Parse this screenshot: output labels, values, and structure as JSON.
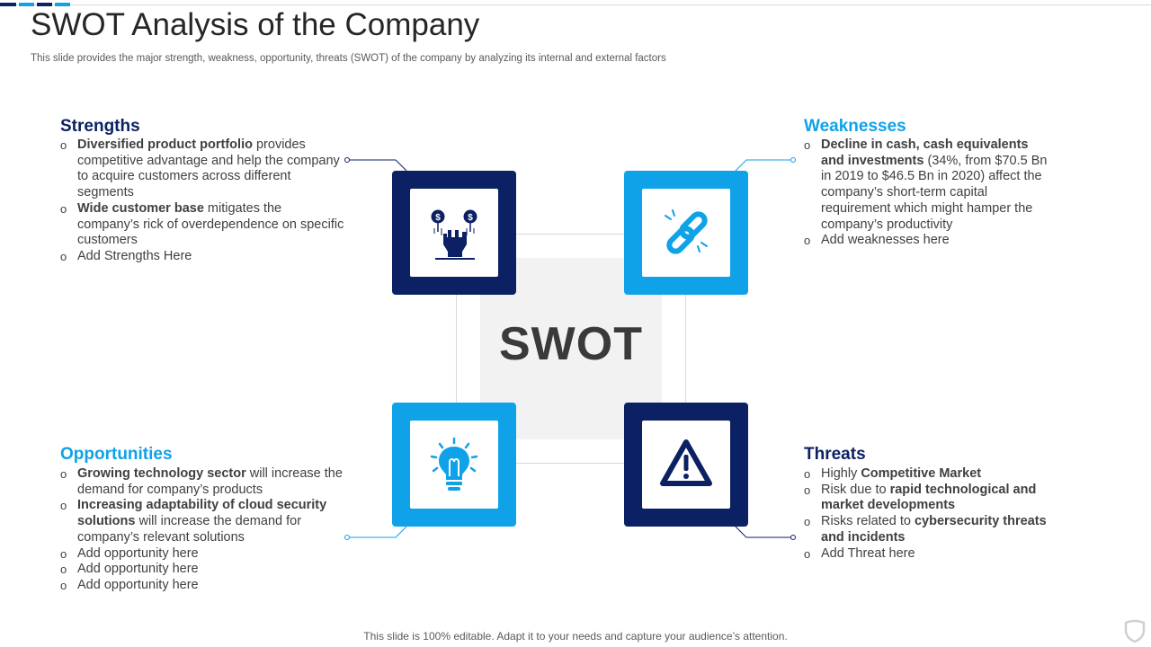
{
  "colors": {
    "navy": "#0b2163",
    "cyan": "#0fa2e8",
    "gray_text": "#404040"
  },
  "header": {
    "title": "SWOT Analysis of the Company",
    "subtitle": "This slide provides the major strength, weakness, opportunity, threats (SWOT) of the company by analyzing its internal and external factors"
  },
  "center": {
    "label": "SWOT"
  },
  "strengths": {
    "title": "Strengths",
    "icon": "fist-with-dollar-coins-icon",
    "items": [
      {
        "bold": "Diversified product portfolio",
        "rest": " provides competitive advantage  and help the company to acquire customers across  different segments"
      },
      {
        "bold": "Wide customer base",
        "rest": " mitigates the company’s rick of overdependence on specific customers"
      },
      {
        "bold": "",
        "rest": "Add Strengths Here"
      }
    ]
  },
  "weaknesses": {
    "title": "Weaknesses",
    "icon": "broken-chain-link-icon",
    "items": [
      {
        "bold": "Decline in cash, cash equivalents and investments",
        "rest": " (34%, from $70.5 Bn in 2019 to $46.5 Bn in 2020) affect the company’s short-term capital requirement which might hamper the company’s productivity"
      },
      {
        "bold": "",
        "rest": "Add weaknesses here"
      }
    ]
  },
  "opportunities": {
    "title": "Opportunities",
    "icon": "lightbulb-icon",
    "items": [
      {
        "bold": "Growing technology sector",
        "rest": " will increase the demand for company’s products"
      },
      {
        "bold": "Increasing adaptability of cloud security solutions",
        "rest": " will increase the demand for company’s relevant solutions"
      },
      {
        "bold": "",
        "rest": "Add opportunity here"
      },
      {
        "bold": "",
        "rest": "Add opportunity here"
      },
      {
        "bold": "",
        "rest": "Add opportunity here"
      }
    ]
  },
  "threats": {
    "title": "Threats",
    "icon": "warning-triangle-icon",
    "items": [
      {
        "pre": "Highly ",
        "bold": "Competitive Market",
        "rest": ""
      },
      {
        "pre": "Risk due to ",
        "bold": "rapid technological and market developments",
        "rest": ""
      },
      {
        "pre": "Risks related to ",
        "bold": "cybersecurity threats and incidents",
        "rest": ""
      },
      {
        "pre": "",
        "bold": "",
        "rest": "Add Threat here"
      }
    ]
  },
  "footer": {
    "text": "This slide is 100% editable. Adapt it to your needs and capture your audience’s attention."
  }
}
